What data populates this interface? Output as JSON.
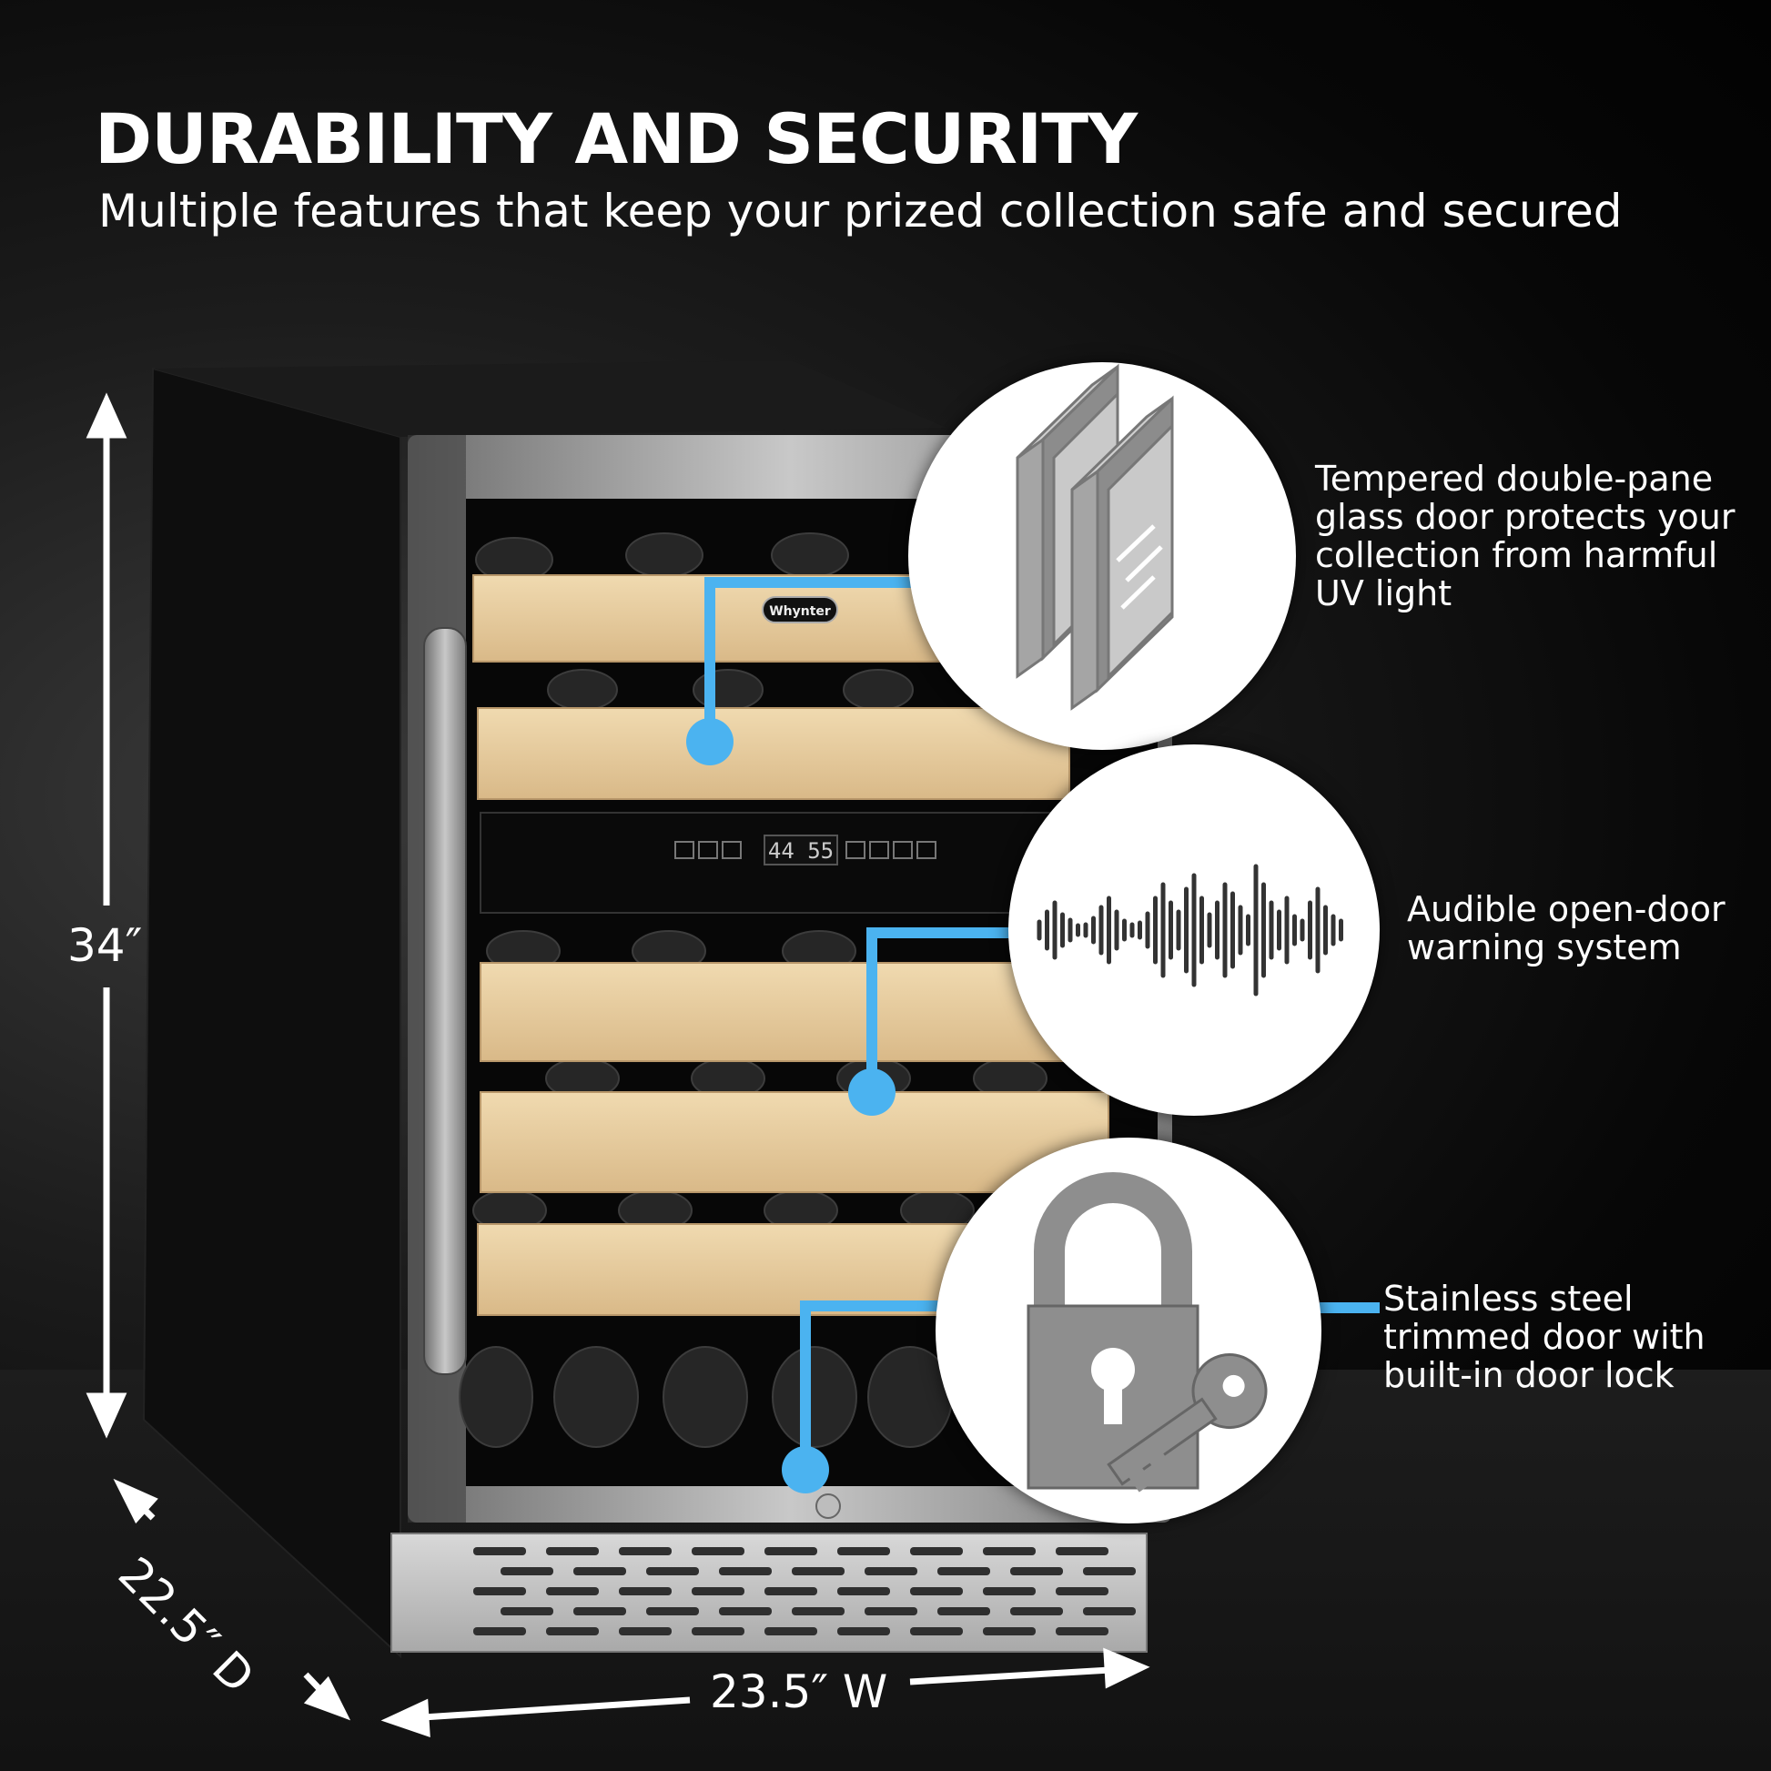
{
  "header": {
    "title": "DURABILITY AND SECURITY",
    "subtitle": "Multiple features that keep your prized collection safe and secured"
  },
  "product": {
    "brand_badge": "Whynter",
    "display_readout": "44 55"
  },
  "dimensions": {
    "height": "34″",
    "depth": "22.5″ D",
    "width": "23.5″ W"
  },
  "features": [
    {
      "icon": "double-pane-glass-icon",
      "lines": [
        "Tempered double-pane",
        "glass door protects your",
        "collection from harmful",
        "UV light"
      ]
    },
    {
      "icon": "sound-wave-icon",
      "lines": [
        "Audible open-door",
        "warning system"
      ]
    },
    {
      "icon": "padlock-key-icon",
      "lines": [
        "Stainless steel",
        "trimmed door with",
        "built-in door lock"
      ]
    }
  ],
  "colors": {
    "accent_blue": "#4bb3f0",
    "background": "#000000",
    "text": "#ffffff",
    "shelf_wood": "#e8cfa2",
    "icon_gray": "#8e8e8e"
  }
}
